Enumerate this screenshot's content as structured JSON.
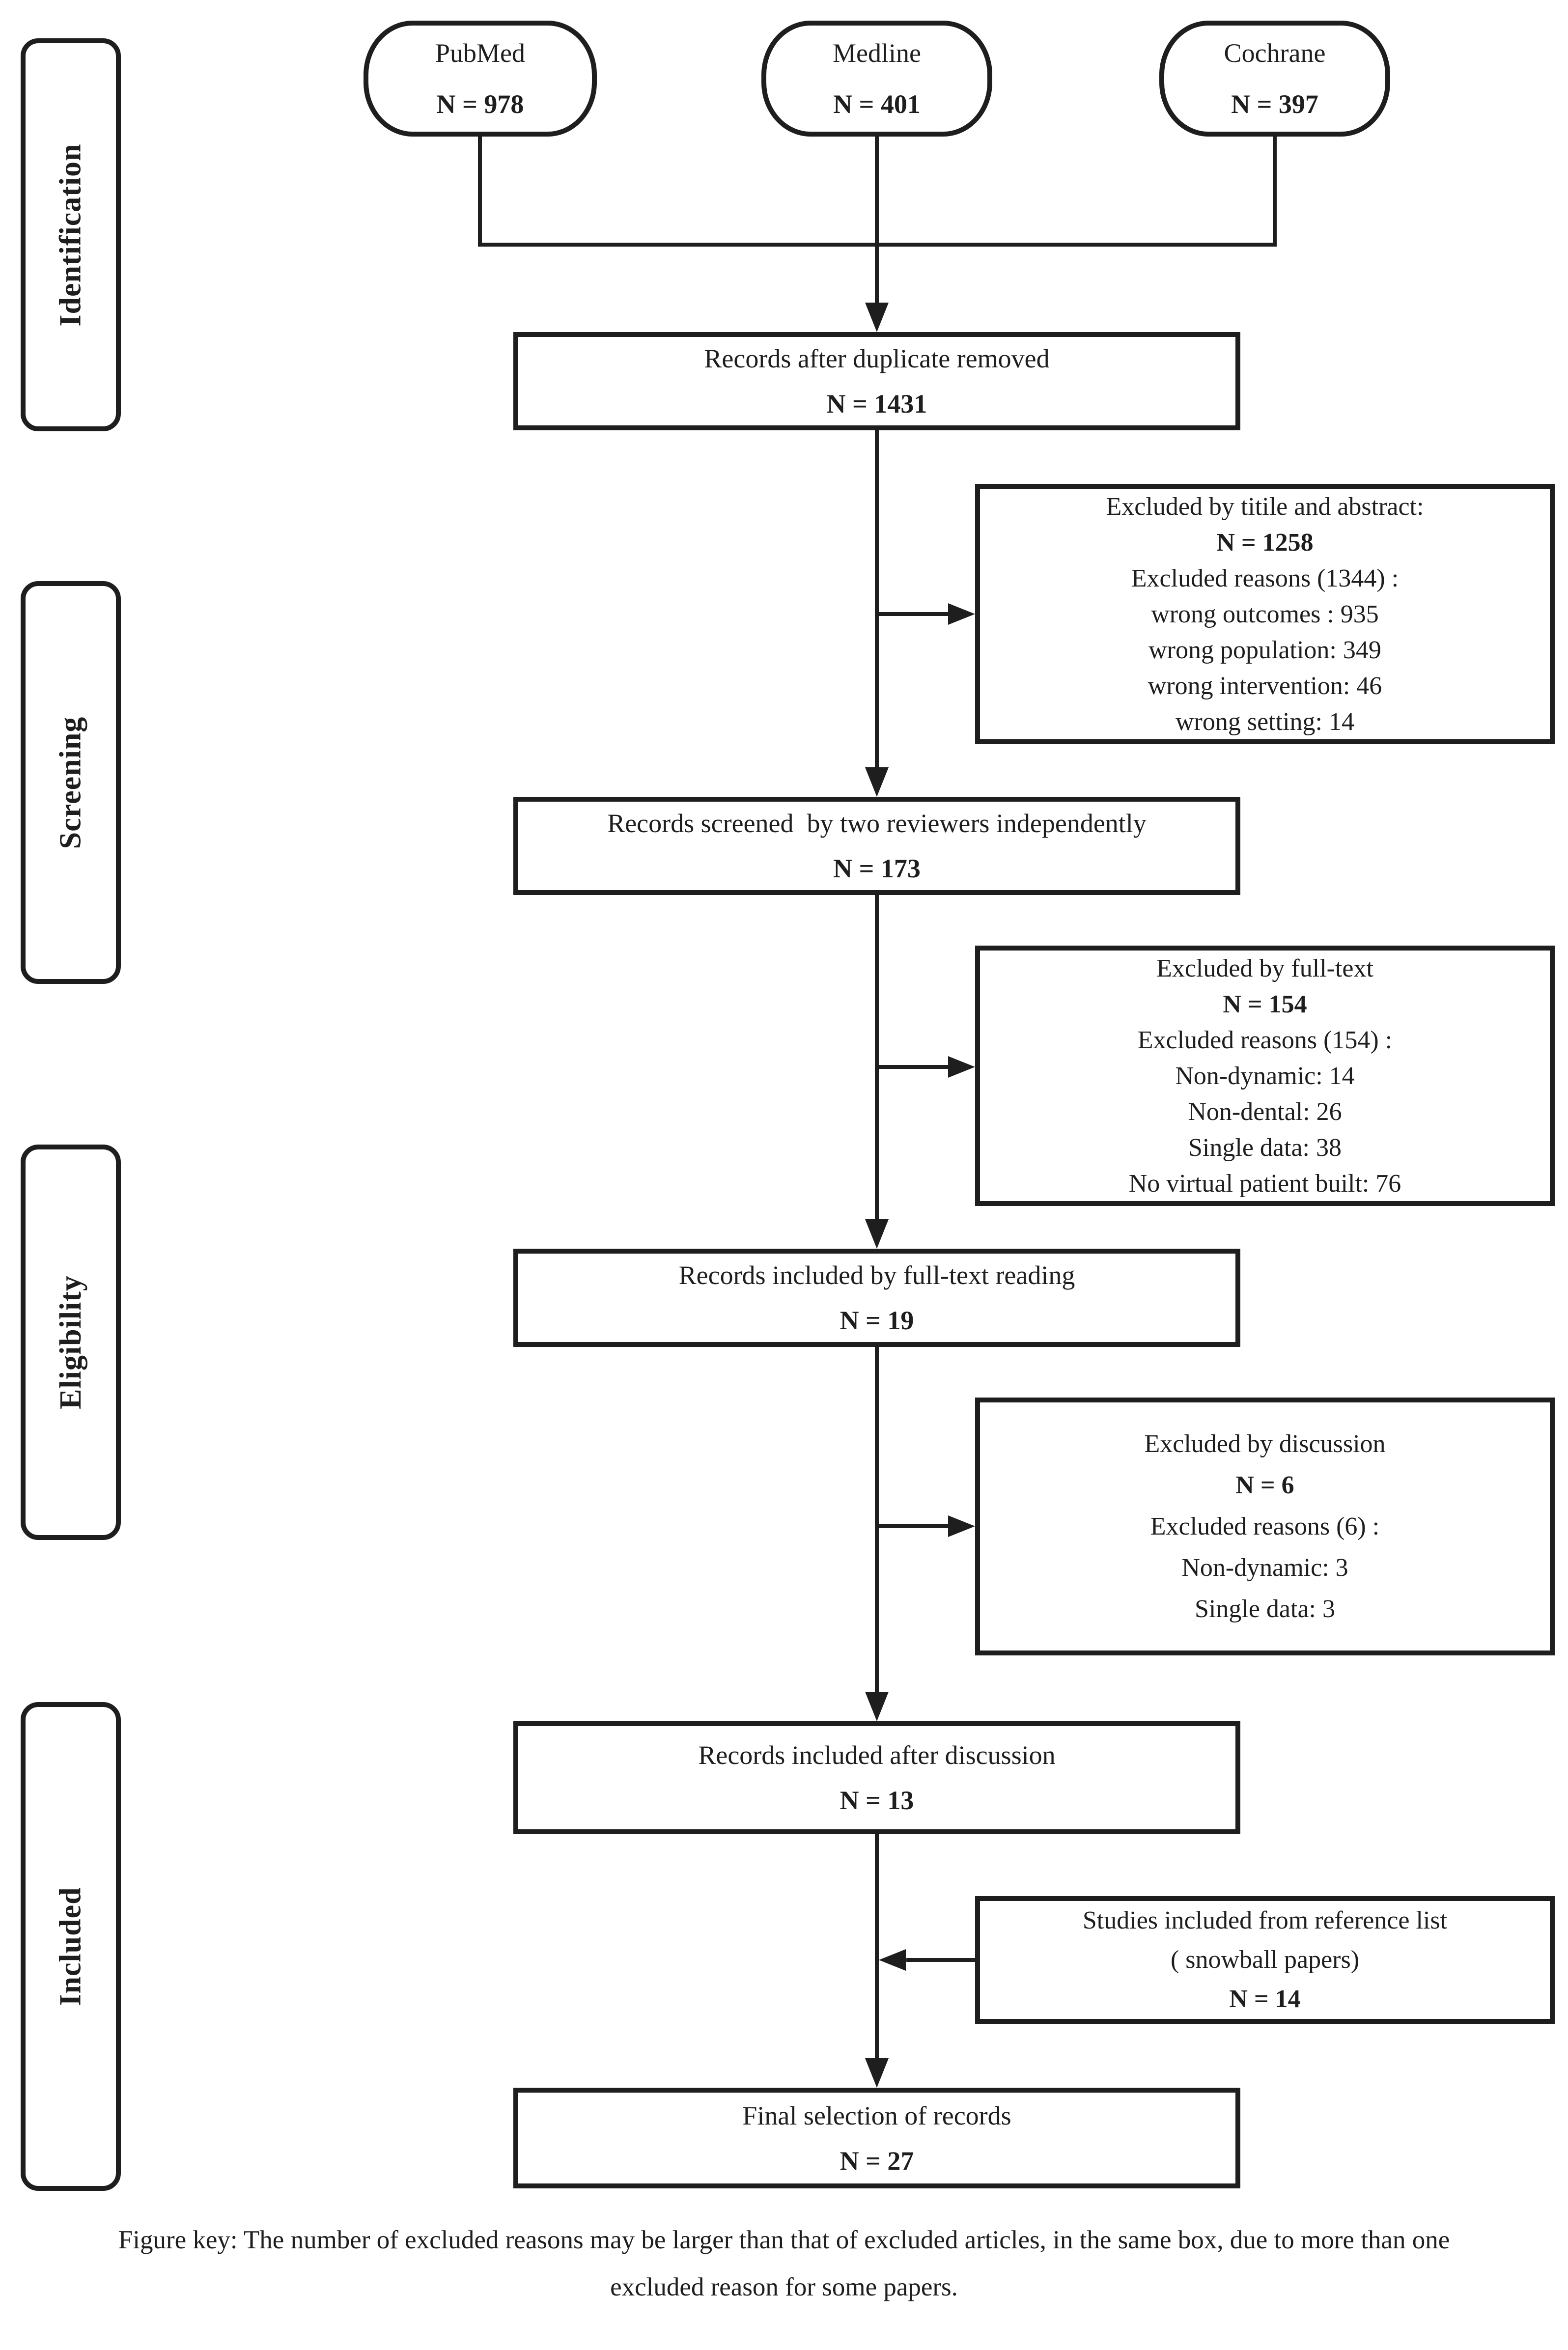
{
  "figure": {
    "stages": [
      {
        "label": "Identification"
      },
      {
        "label": "Screening"
      },
      {
        "label": "Eligibility"
      },
      {
        "label": "Included"
      }
    ],
    "sources": [
      {
        "name": "PubMed",
        "n_label": "N = 978"
      },
      {
        "name": "Medline",
        "n_label": "N = 401"
      },
      {
        "name": "Cochrane",
        "n_label": "N = 397"
      }
    ],
    "boxes": {
      "duplicates_removed": {
        "title": "Records after duplicate removed",
        "n_label": "N = 1431"
      },
      "excluded_title_abstract": {
        "lines": [
          "Excluded by titile and abstract:",
          "N = 1258",
          "Excluded reasons (1344) :",
          "wrong outcomes : 935",
          "wrong population: 349",
          "wrong intervention: 46",
          "wrong setting: 14"
        ]
      },
      "screened": {
        "title": "Records screened  by two reviewers independently",
        "n_label": "N = 173"
      },
      "excluded_full_text": {
        "lines": [
          "Excluded by full-text",
          "N = 154",
          "Excluded reasons (154) :",
          "Non-dynamic: 14",
          "Non-dental: 26",
          "Single data: 38",
          "No virtual patient built: 76"
        ]
      },
      "included_full_text": {
        "title": "Records included by full-text reading",
        "n_label": "N = 19"
      },
      "excluded_discussion": {
        "lines": [
          "Excluded by discussion",
          "N = 6",
          "Excluded reasons (6) :",
          "Non-dynamic: 3",
          "Single data: 3"
        ]
      },
      "included_after_discussion": {
        "title": "Records included after discussion",
        "n_label": "N = 13"
      },
      "snowball": {
        "lines": [
          "Studies included from reference list",
          "( snowball papers)",
          "N = 14"
        ]
      },
      "final_selection": {
        "title": "Final selection of records",
        "n_label": "N = 27"
      }
    },
    "caption": "Figure key: The number of excluded reasons may be larger than that of excluded articles, in the same box, due to more than one excluded reason for some papers."
  },
  "colors": {
    "ink": "#1e1e1e",
    "background": "#ffffff"
  }
}
